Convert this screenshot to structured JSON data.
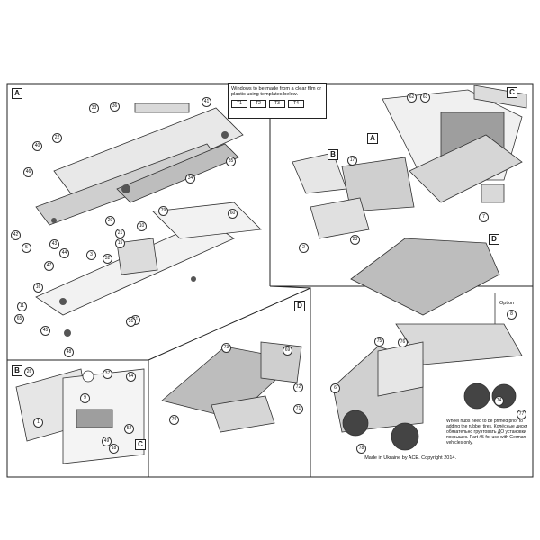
{
  "note": {
    "title": "Windows to be made from a clear film or plastic using templates below.",
    "templates": [
      "T1",
      "T2",
      "T3",
      "T4"
    ]
  },
  "sections": [
    "A",
    "B",
    "C",
    "D"
  ],
  "labels": [
    "33",
    "36",
    "41",
    "22",
    "40",
    "46",
    "42",
    "5",
    "43",
    "47",
    "44",
    "48",
    "60",
    "16",
    "61",
    "15",
    "11",
    "65",
    "45",
    "32",
    "10",
    "17",
    "23",
    "34",
    "35",
    "69",
    "2",
    "3",
    "9",
    "37",
    "64",
    "52",
    "18",
    "49",
    "26",
    "1",
    "21",
    "20",
    "31",
    "62",
    "63",
    "6",
    "7",
    "8",
    "73",
    "70",
    "71",
    "72",
    "74",
    "75",
    "76",
    "77",
    "78",
    "79"
  ],
  "wheel_note": "Wheel hubs need to be primed prior to adding the rubber tires. Колёсные диски обязательно грунтовать ДО установки покрышек. Part #5 for use with German vehicles only.",
  "option": "Option",
  "footer": "Made in Ukraine by ACE. Copyright 2014."
}
